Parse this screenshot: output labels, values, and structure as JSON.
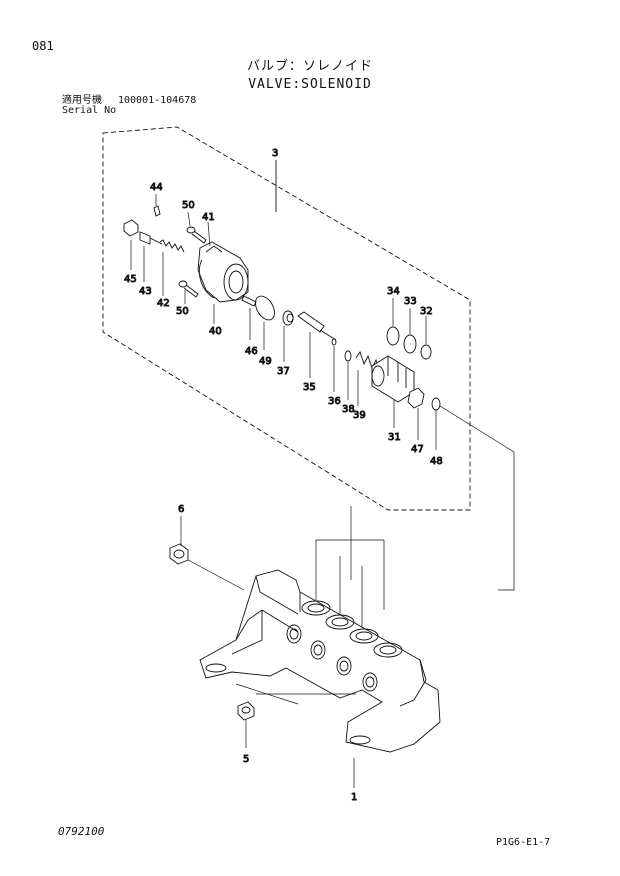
{
  "header": {
    "page_number": "081",
    "title_jp": "バルブ：ソレノイド",
    "title_en": "VALVE:SOLENOID",
    "serial_label_jp": "適用号機",
    "serial_range": "100001-104678",
    "serial_label_en": "Serial No"
  },
  "footer": {
    "date": "0792100",
    "doc_code": "P1G6-E1-7"
  },
  "callouts": {
    "c1": "1",
    "c3": "3",
    "c5": "5",
    "c6": "6",
    "c31": "31",
    "c32": "32",
    "c33": "33",
    "c34": "34",
    "c35": "35",
    "c36": "36",
    "c37": "37",
    "c38": "38",
    "c39": "39",
    "c40": "40",
    "c41": "41",
    "c42": "42",
    "c43": "43",
    "c44": "44",
    "c45": "45",
    "c46": "46",
    "c47": "47",
    "c48": "48",
    "c49": "49",
    "c50a": "50",
    "c50b": "50"
  }
}
